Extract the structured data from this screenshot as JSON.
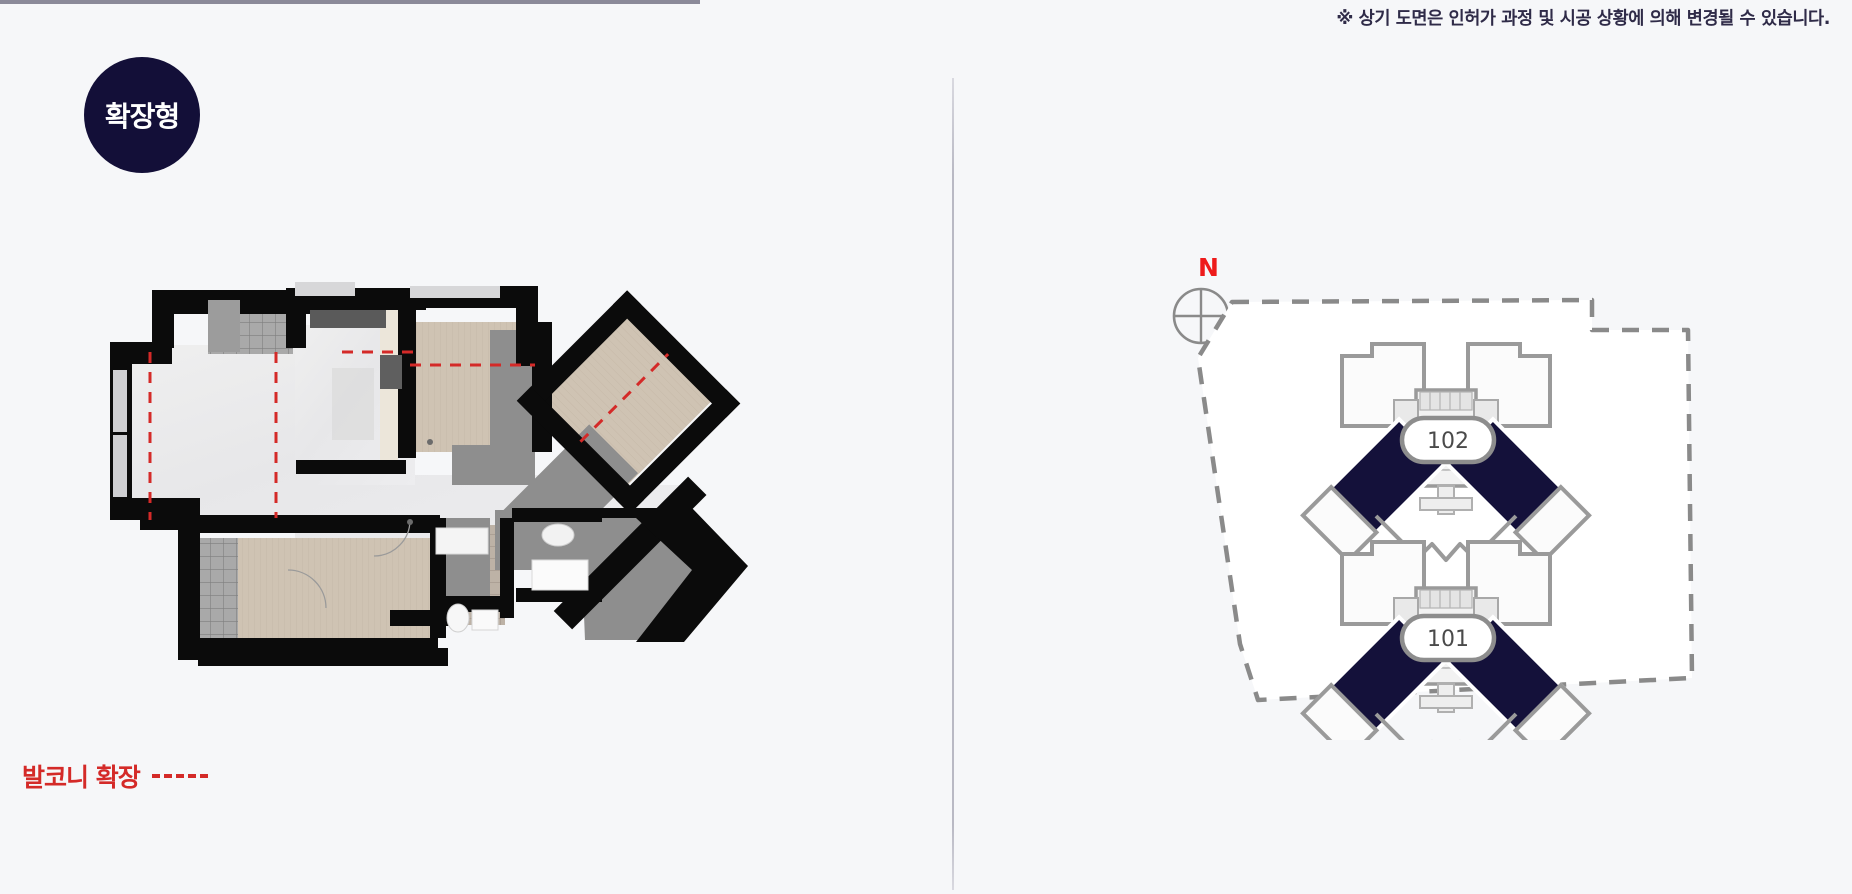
{
  "page": {
    "background_color": "#f6f7f9",
    "divider_color": "#b9b9c4",
    "top_rule_color": "#8b8a99"
  },
  "disclaimer": {
    "text": "※ 상기 도면은 인허가 과정 및 시공 상황에 의해 변경될 수 있습니다.",
    "color": "#2f2b48"
  },
  "badge": {
    "label": "확장형",
    "fill_color": "#130f38",
    "text_color": "#ffffff"
  },
  "legend": {
    "label": "발코니 확장",
    "color": "#d42a28",
    "dash_style": "dashed"
  },
  "floor_plan": {
    "name": "unit-floor-plan",
    "wall_color": "#0d0d0d",
    "living_floor_color": "#ededef",
    "wood_floor_color": "#cfc2b2",
    "neighbor_mass_color": "#8e8e8e",
    "tile_color": "#a8a8a8",
    "expansion_line_color": "#d42a28",
    "rooms": [
      {
        "name": "living-room",
        "floor": "light-stone"
      },
      {
        "name": "kitchen",
        "floor": "light-stone"
      },
      {
        "name": "master-bedroom",
        "floor": "wood"
      },
      {
        "name": "bedroom-angled",
        "floor": "wood"
      },
      {
        "name": "bedroom-lower",
        "floor": "wood"
      },
      {
        "name": "main-bathroom",
        "floor": "tile"
      },
      {
        "name": "sub-bathroom",
        "floor": "tile"
      },
      {
        "name": "utility-balcony",
        "floor": "tile"
      },
      {
        "name": "entry-hall",
        "floor": "light-stone"
      }
    ]
  },
  "site_plan": {
    "name": "site-layout",
    "boundary_style": "dashed",
    "boundary_color": "#8a8a8a",
    "building_outline_color": "#9a9a9a",
    "highlight_color": "#14113a",
    "buildings": [
      {
        "label": "102",
        "position": "upper"
      },
      {
        "label": "101",
        "position": "lower"
      }
    ]
  },
  "compass": {
    "label": "N",
    "label_color": "#ee1b1b",
    "ring_color": "#8a8a8a"
  }
}
